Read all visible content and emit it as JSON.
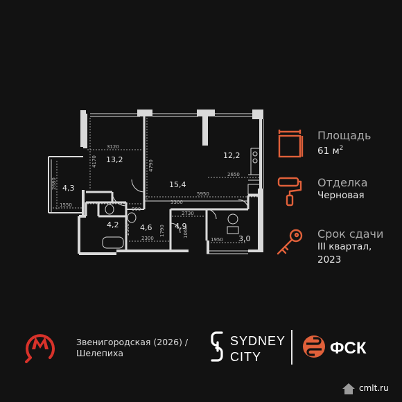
{
  "plan": {
    "rooms": [
      {
        "key": "r1",
        "area": "13,2"
      },
      {
        "key": "r2",
        "area": "15,4"
      },
      {
        "key": "r3",
        "area": "12,2"
      },
      {
        "key": "r4",
        "area": "4,3"
      },
      {
        "key": "r5",
        "area": "4,2"
      },
      {
        "key": "r6",
        "area": "4,6"
      },
      {
        "key": "r7",
        "area": "4,9"
      },
      {
        "key": "r8",
        "area": "3,0"
      }
    ],
    "dimensions": [
      "3120",
      "4170",
      "4790",
      "2650",
      "2680",
      "1550",
      "5950",
      "3300",
      "900",
      "2300",
      "2300",
      "1790",
      "2730",
      "1060",
      "1950"
    ]
  },
  "info": {
    "area_label": "Площадь",
    "area_value": "61 м",
    "area_unit_sup": "2",
    "finish_label": "Отделка",
    "finish_value": "Черновая",
    "deadline_label": "Срок сдачи",
    "deadline_value_line1": "III квартал,",
    "deadline_value_line2": "2023"
  },
  "footer": {
    "metro_line1": "Звенигородская (2026) /",
    "metro_line2": "Шелепиха",
    "project_line1": "SYDNEY",
    "project_line2": "CITY",
    "developer": "ФСК"
  },
  "watermark": {
    "text": "cmlt.ru"
  },
  "colors": {
    "accent": "#e0603a",
    "metro_red": "#d8322a",
    "background": "#121212",
    "wall": "#d9d9d9"
  },
  "icons": [
    "floor-area-icon",
    "paint-roller-icon",
    "key-icon",
    "metro-icon",
    "sydney-s-icon",
    "fsk-icon"
  ]
}
